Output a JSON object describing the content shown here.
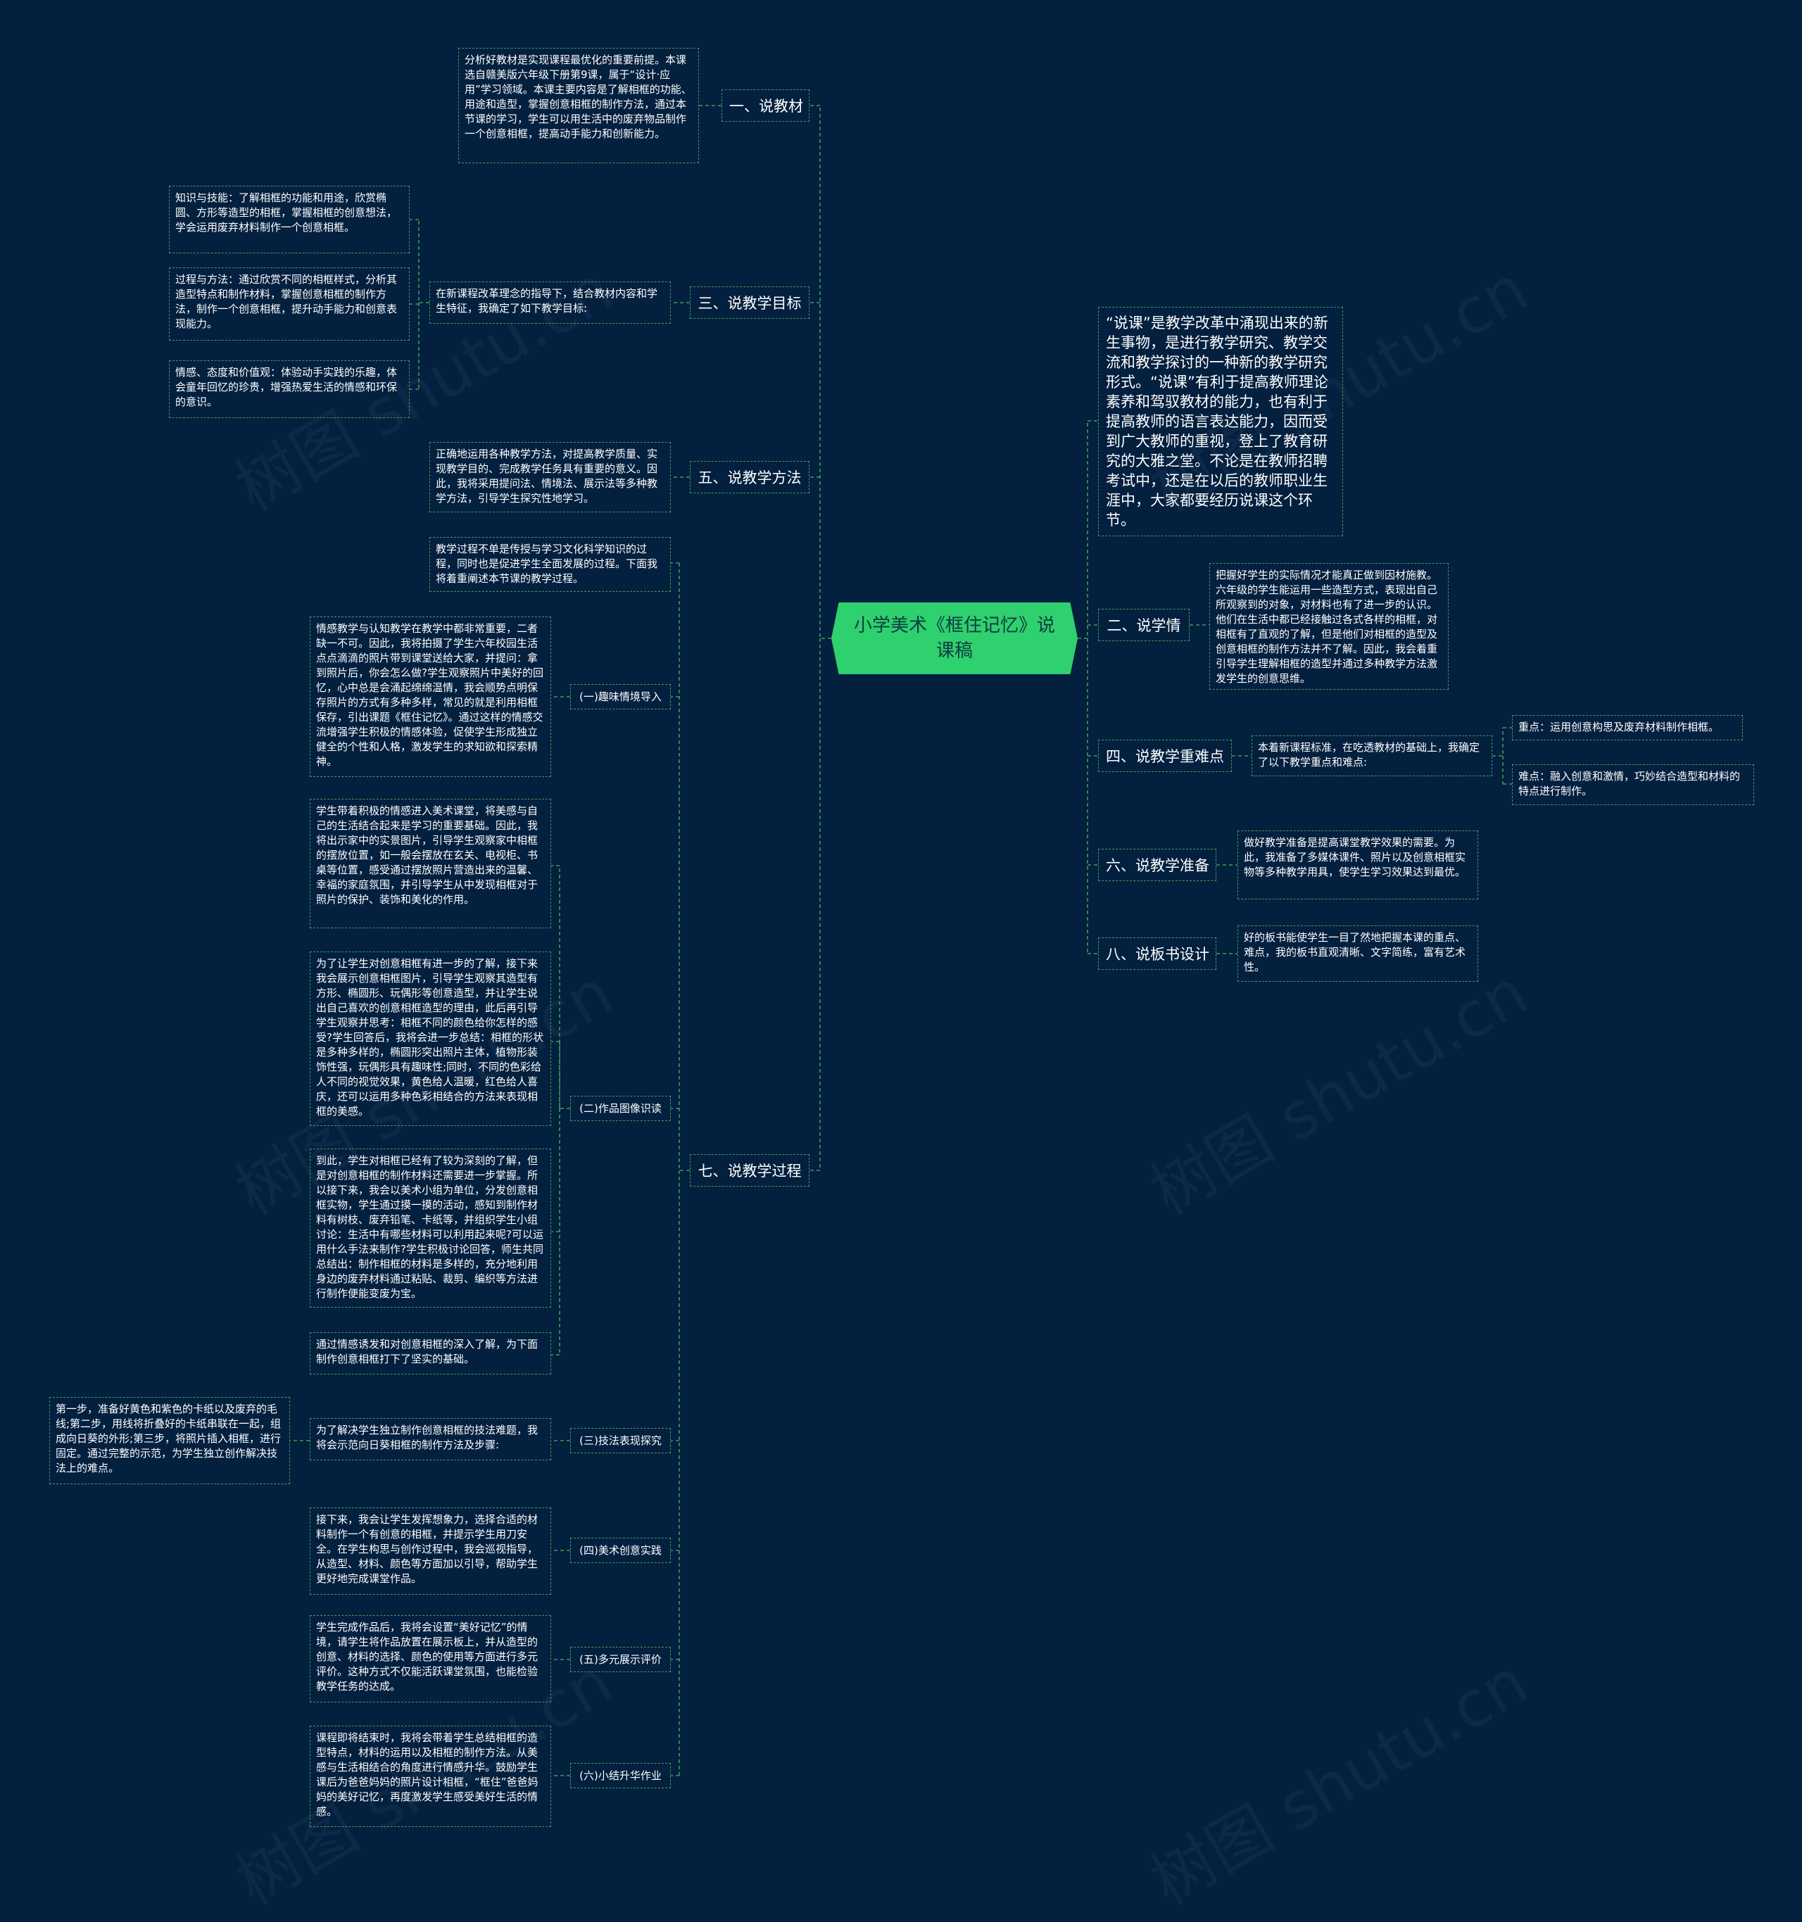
{
  "root": "小学美术《框住记忆》说课稿",
  "watermark": "树图 shutu.cn",
  "branches": {
    "b1": "一、说教材",
    "b2": "二、说学情",
    "b3": "三、说教学目标",
    "b4": "四、说教学重难点",
    "b5": "五、说教学方法",
    "b6": "六、说教学准备",
    "b7": "七、说教学过程",
    "b8": "八、说板书设计"
  },
  "intro": "“说课”是教学改革中涌现出来的新生事物，是进行教学研究、教学交流和教学探讨的一种新的教学研究形式。“说课”有利于提高教师理论素养和驾驭教材的能力，也有利于提高教师的语言表达能力，因而受到广大教师的重视，登上了教育研究的大雅之堂。不论是在教师招聘考试中，还是在以后的教师职业生涯中，大家都要经历说课这个环节。",
  "leaves": {
    "b1": "分析好教材是实现课程最优化的重要前提。本课选自赣美版六年级下册第9课，属于“设计·应用”学习领域。本课主要内容是了解相框的功能、用途和造型，掌握创意相框的制作方法，通过本节课的学习，学生可以用生活中的废弃物品制作一个创意相框，提高动手能力和创新能力。",
    "b2": "把握好学生的实际情况才能真正做到因材施教。六年级的学生能运用一些造型方式，表现出自己所观察到的对象，对材料也有了进一步的认识。他们在生活中都已经接触过各式各样的相框，对相框有了直观的了解，但是他们对相框的造型及创意相框的制作方法并不了解。因此，我会着重引导学生理解相框的造型并通过多种教学方法激发学生的创意思维。",
    "b3": "在新课程改革理念的指导下，结合教材内容和学生特征，我确定了如下教学目标:",
    "b3_goal1": "知识与技能：了解相框的功能和用途，欣赏椭圆、方形等造型的相框，掌握相框的创意想法，学会运用废弃材料制作一个创意相框。",
    "b3_goal2": "过程与方法：通过欣赏不同的相框样式，分析其造型特点和制作材料，掌握创意相框的制作方法，制作一个创意相框，提升动手能力和创意表现能力。",
    "b3_goal3": "情感、态度和价值观：体验动手实践的乐趣，体会童年回忆的珍贵，增强热爱生活的情感和环保的意识。",
    "b4": "本着新课程标准，在吃透教材的基础上，我确定了以下教学重点和难点:",
    "b4_key": "重点：运用创意构思及废弃材料制作相框。",
    "b4_diff": "难点：融入创意和激情，巧妙结合造型和材料的特点进行制作。",
    "b5": "正确地运用各种教学方法，对提高教学质量、实现教学目的、完成教学任务具有重要的意义。因此，我将采用提问法、情境法、展示法等多种教学方法，引导学生探究性地学习。",
    "b6": "做好教学准备是提高课堂教学效果的需要。为此，我准备了多媒体课件、照片以及创意相框实物等多种教学用具，使学生学习效果达到最优。",
    "b7": "教学过程不单是传授与学习文化科学知识的过程，同时也是促进学生全面发展的过程。下面我将着重阐述本节课的教学过程。",
    "b8": "好的板书能使学生一目了然地把握本课的重点、难点，我的板书直观清晰、文字简练，富有艺术性。"
  },
  "process": {
    "s1": "(一)趣味情境导入",
    "s1_text": "情感教学与认知教学在教学中都非常重要，二者缺一不可。因此，我将拍摄了学生六年校园生活点点滴滴的照片带到课堂送给大家，并提问：拿到照片后，你会怎么做?学生观察照片中美好的回忆，心中总是会涌起绵绵温情，我会顺势点明保存照片的方式有多种多样，常见的就是利用相框保存，引出课题《框住记忆》。通过这样的情感交流增强学生积极的情感体验，促使学生形成独立健全的个性和人格，激发学生的求知欲和探索精神。",
    "s2": "(二)作品图像识读",
    "s2_text1": "学生带着积极的情感进入美术课堂，将美感与自己的生活结合起来是学习的重要基础。因此，我将出示家中的实景图片，引导学生观察家中相框的摆放位置，如一般会摆放在玄关、电视柜、书桌等位置，感受通过摆放照片营造出来的温馨、幸福的家庭氛围，并引导学生从中发现相框对于照片的保护、装饰和美化的作用。",
    "s2_text2": "为了让学生对创意相框有进一步的了解，接下来我会展示创意相框图片，引导学生观察其造型有方形、椭圆形、玩偶形等创意造型，并让学生说出自己喜欢的创意相框造型的理由，此后再引导学生观察并思考：相框不同的颜色给你怎样的感受?学生回答后，我将会进一步总结：相框的形状是多种多样的，椭圆形突出照片主体，植物形装饰性强，玩偶形具有趣味性;同时，不同的色彩给人不同的视觉效果，黄色给人温暖，红色给人喜庆，还可以运用多种色彩相结合的方法来表现相框的美感。",
    "s2_text3": "到此，学生对相框已经有了较为深刻的了解，但是对创意相框的制作材料还需要进一步掌握。所以接下来，我会以美术小组为单位，分发创意相框实物，学生通过摸一摸的活动，感知到制作材料有树枝、废弃铅笔、卡纸等，并组织学生小组讨论：生活中有哪些材料可以利用起来呢?可以运用什么手法来制作?学生积极讨论回答，师生共同总结出：制作相框的材料是多样的，充分地利用身边的废弃材料通过粘贴、裁剪、编织等方法进行制作便能变废为宝。",
    "s2_text4": "通过情感诱发和对创意相框的深入了解，为下面制作创意相框打下了坚实的基础。",
    "s3": "(三)技法表现探究",
    "s3_text": "为了解决学生独立制作创意相框的技法难题，我将会示范向日葵相框的制作方法及步骤:",
    "s3_detail": "第一步，准备好黄色和紫色的卡纸以及废弃的毛线;第二步，用线将折叠好的卡纸串联在一起，组成向日葵的外形;第三步，将照片插入相框，进行固定。通过完整的示范，为学生独立创作解决技法上的难点。",
    "s4": "(四)美术创意实践",
    "s4_text": "接下来，我会让学生发挥想象力，选择合适的材料制作一个有创意的相框，并提示学生用刀安全。在学生构思与创作过程中，我会巡视指导，从造型、材料、颜色等方面加以引导，帮助学生更好地完成课堂作品。",
    "s5": "(五)多元展示评价",
    "s5_text": "学生完成作品后，我将会设置“美好记忆”的情境，请学生将作品放置在展示板上，并从造型的创意、材料的选择、颜色的使用等方面进行多元评价。这种方式不仅能活跃课堂氛围，也能检验教学任务的达成。",
    "s6": "(六)小结升华作业",
    "s6_text": "课程即将结束时，我将会带着学生总结相框的造型特点，材料的运用以及相框的制作方法。从美感与生活相结合的角度进行情感升华。鼓励学生课后为爸爸妈妈的照片设计相框，“框住”爸爸妈妈的美好记忆，再度激发学生感受美好生活的情感。"
  },
  "colors": {
    "background": "#03203f",
    "root_fill": "#2fd06e",
    "border": "#3f9c55",
    "text": "#ffffff"
  }
}
